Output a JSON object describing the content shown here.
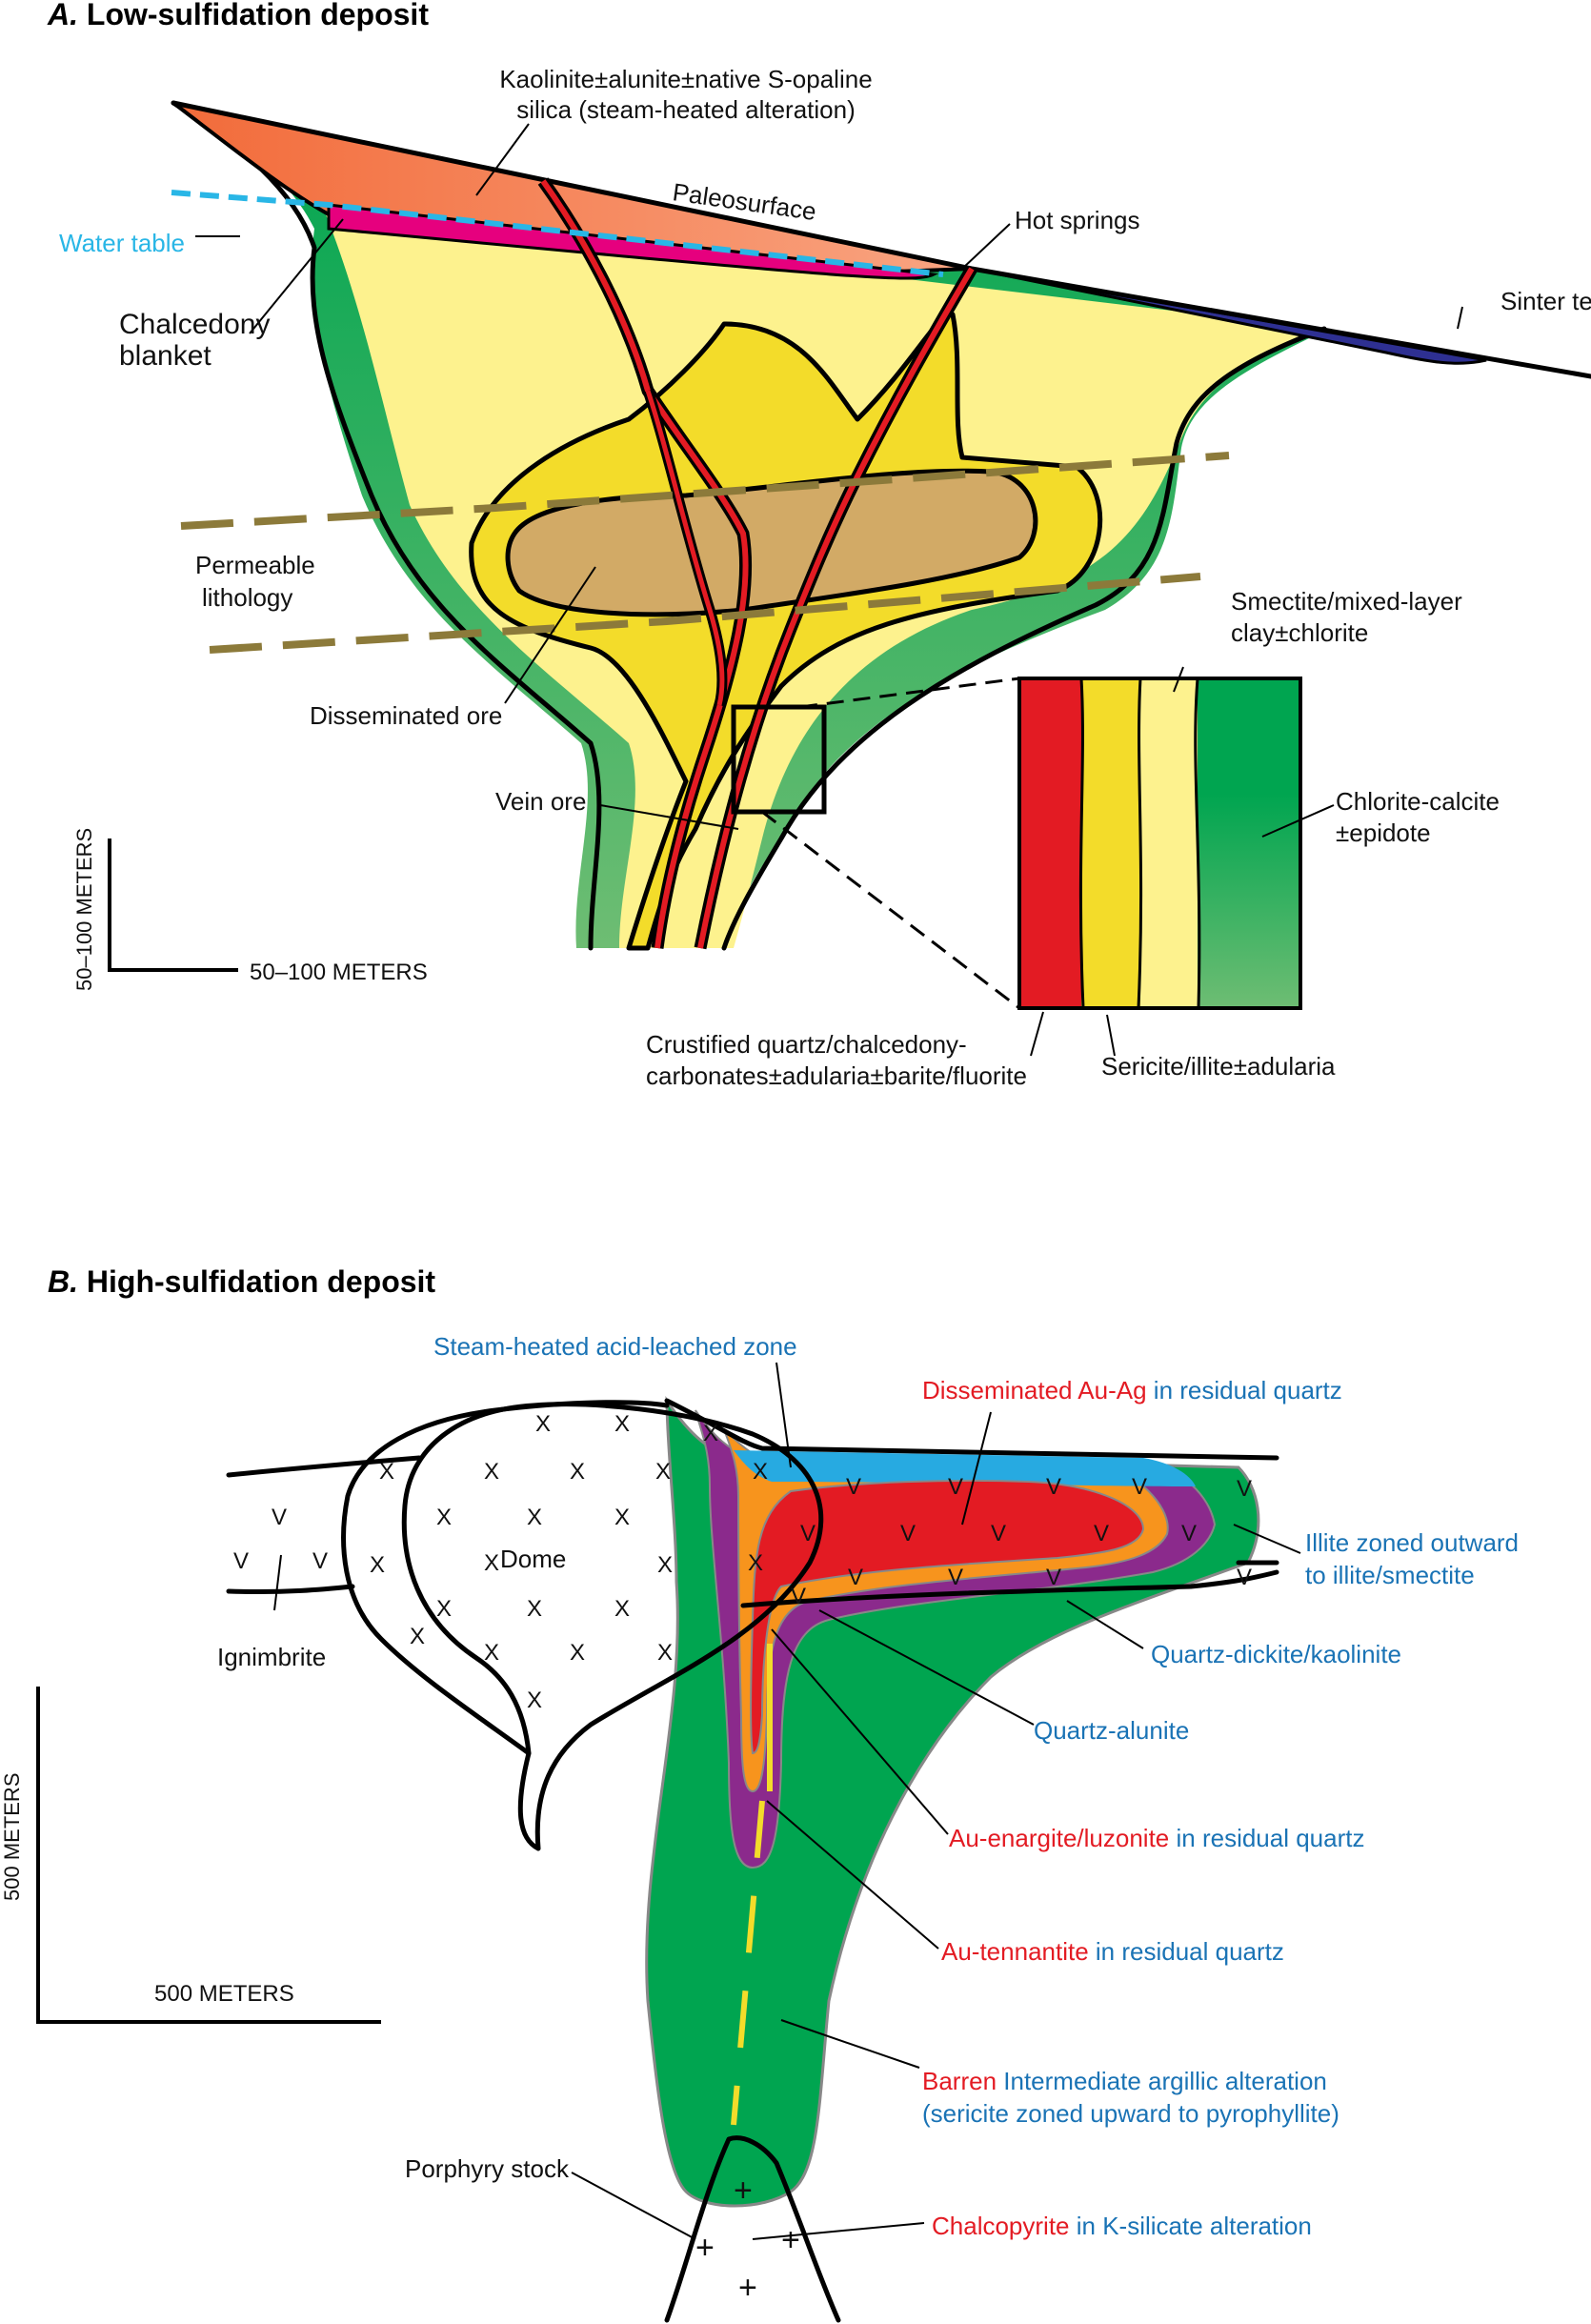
{
  "panel_a": {
    "title_letter": "A.",
    "title_text": " Low-sulfidation deposit",
    "labels": {
      "kaolinite_l1": "Kaolinite±alunite±native S-opaline",
      "kaolinite_l2": "silica (steam-heated alteration)",
      "paleosurface": "Paleosurface",
      "hot_springs": "Hot springs",
      "sinter": "Sinter te",
      "water_table": "Water table",
      "chalcedony_l1": "Chalcedony",
      "chalcedony_l2": "blanket",
      "permeable_l1": "Permeable",
      "permeable_l2": "lithology",
      "smectite_l1": "Smectite/mixed-layer",
      "smectite_l2": "clay±chlorite",
      "disseminated_ore": "Disseminated ore",
      "vein_ore": "Vein ore",
      "chlorite_l1": "Chlorite-calcite",
      "chlorite_l2": "±epidote",
      "scale_v": "50–100 METERS",
      "scale_h": "50–100 METERS",
      "crustified_l1": "Crustified quartz/chalcedony-",
      "crustified_l2": "carbonates±adularia±barite/fluorite",
      "sericite": "Sericite/illite±adularia"
    }
  },
  "panel_b": {
    "title_letter": "B.",
    "title_text": " High-sulfidation deposit",
    "labels": {
      "steam_heated": "Steam-heated acid-leached zone",
      "diss_red": "Disseminated Au-Ag",
      "diss_blue": " in residual quartz",
      "illite_l1": "Illite zoned outward",
      "illite_l2": "to illite/smectite",
      "dome": "Dome",
      "ignimbrite": "Ignimbrite",
      "quartz_dickite": "Quartz-dickite/kaolinite",
      "quartz_alunite": "Quartz-alunite",
      "enargite_red": "Au-enargite/luzonite",
      "enargite_blue": " in residual quartz",
      "tennantite_red": "Au-tennantite",
      "tennantite_blue": " in residual quartz",
      "scale_v": "500 METERS",
      "scale_h": "500 METERS",
      "barren_red": "Barren",
      "barren_blue": " Intermediate argillic alteration",
      "barren_l2": "(sericite zoned upward to pyrophyllite)",
      "porphyry": "Porphyry stock",
      "chalco_red": "Chalcopyrite",
      "chalco_blue": " in K-silicate alteration"
    },
    "marks": {
      "x": "X",
      "v": "V",
      "plus": "+"
    }
  },
  "colors": {
    "green": "#00a550",
    "light_green": "#5cb86a",
    "light_yellow": "#fdf28e",
    "yellow": "#f3dc2a",
    "tan": "#d2aa66",
    "orange_salmon": "#f47c4a",
    "magenta": "#e6007e",
    "navy": "#2e3092",
    "red": "#e31b23",
    "olive_dash": "#8c7a3a",
    "water_blue": "#29b6e6",
    "purple": "#8b2a8c",
    "orange": "#f7941d",
    "sky_blue": "#27aae1",
    "label_blue": "#1a73b5"
  }
}
